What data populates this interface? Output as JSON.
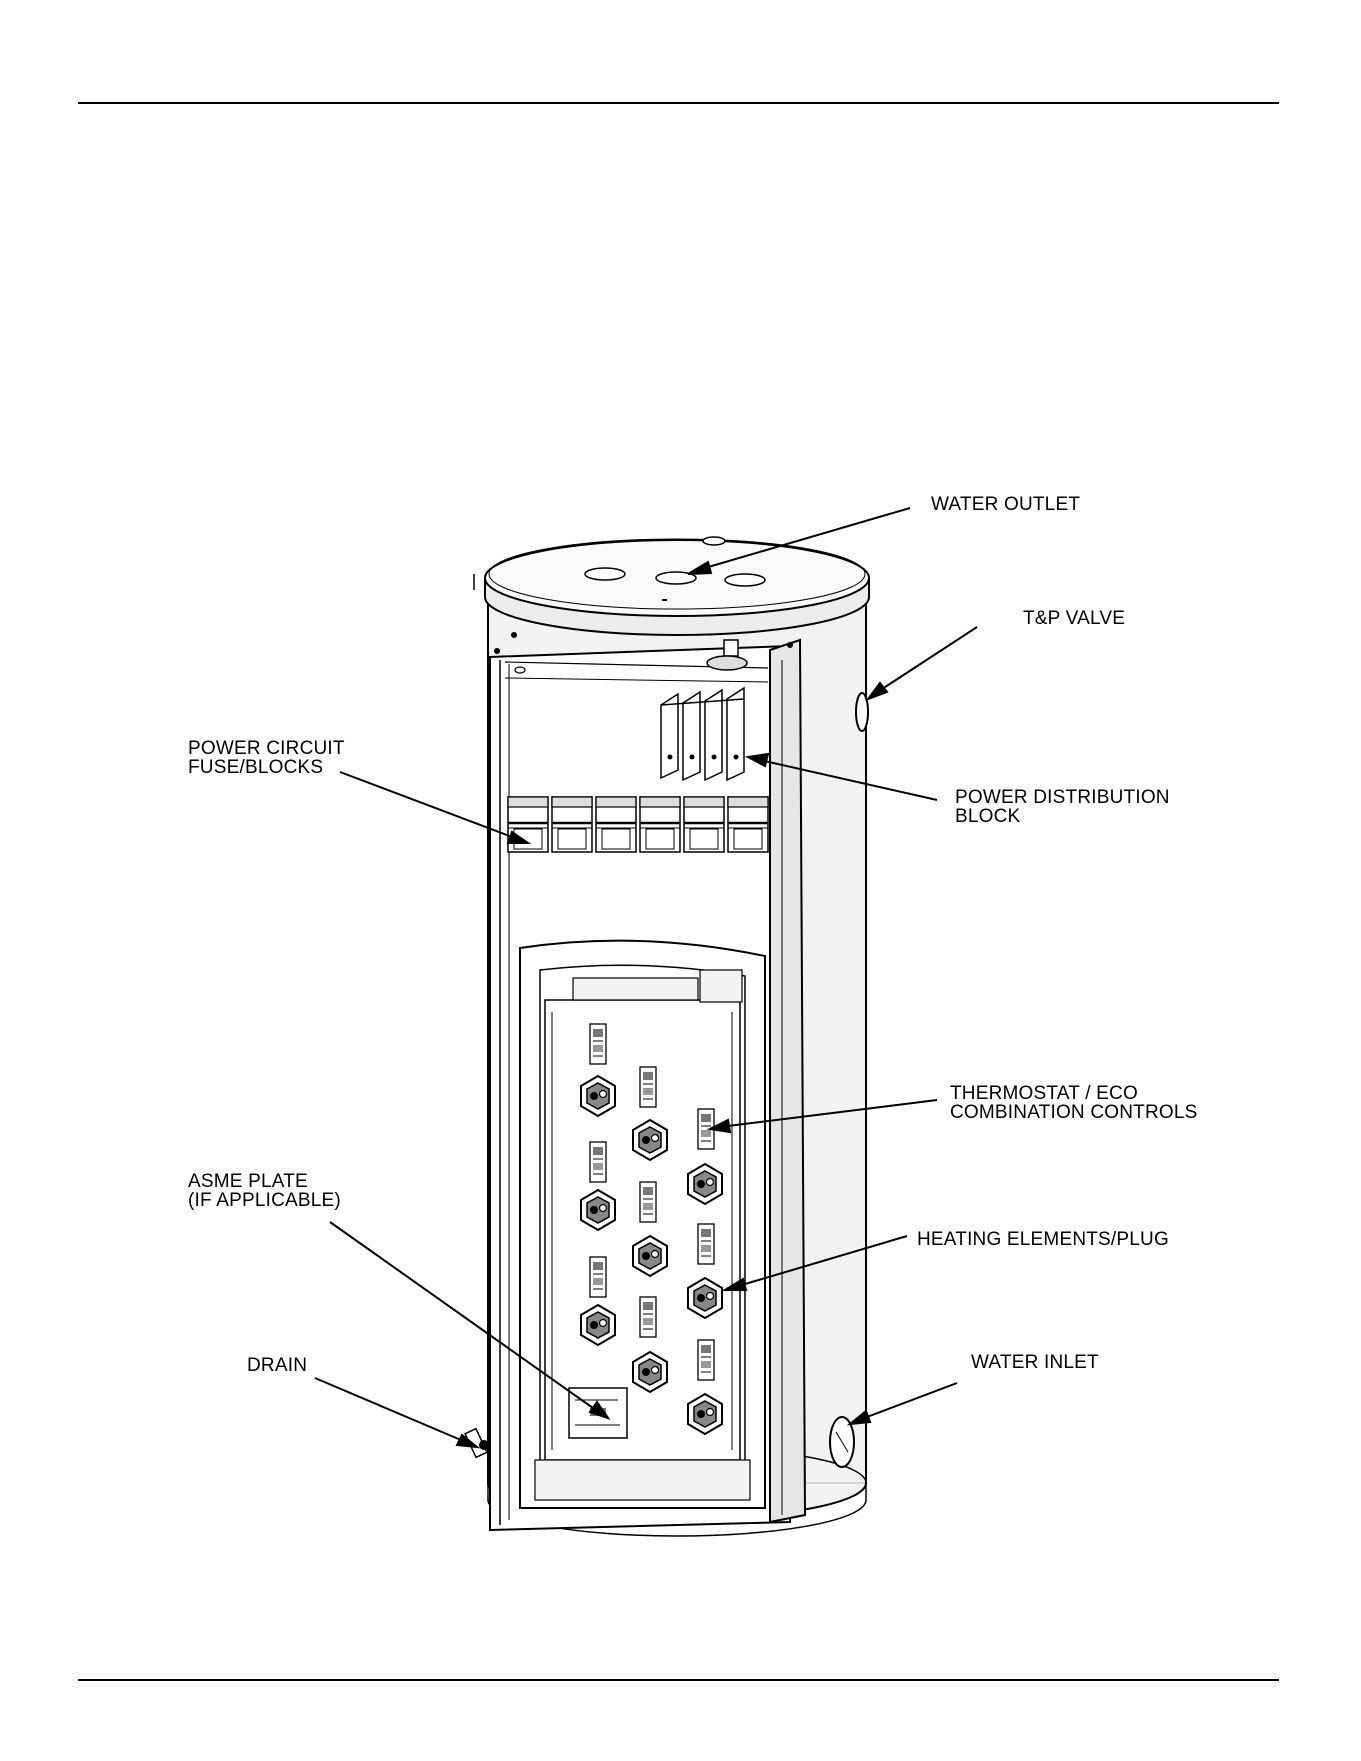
{
  "callouts": {
    "water_outlet": [
      "WATER OUTLET"
    ],
    "tp_valve": [
      "T&P VALVE"
    ],
    "power_circuit": [
      "POWER CIRCUIT",
      "FUSE/BLOCKS"
    ],
    "power_distribution": [
      "POWER DISTRIBUTION",
      "BLOCK"
    ],
    "thermostat_eco": [
      "THERMOSTAT / ECO",
      "COMBINATION CONTROLS"
    ],
    "asme_plate": [
      "ASME PLATE",
      "(IF APPLICABLE)"
    ],
    "heating_elements": [
      "HEATING ELEMENTS/PLUG"
    ],
    "drain": [
      "DRAIN"
    ],
    "water_inlet": [
      "WATER INLET"
    ]
  },
  "colors": {
    "line": "#000000",
    "background": "#ffffff",
    "tank_shade": "#f2f2f2"
  }
}
